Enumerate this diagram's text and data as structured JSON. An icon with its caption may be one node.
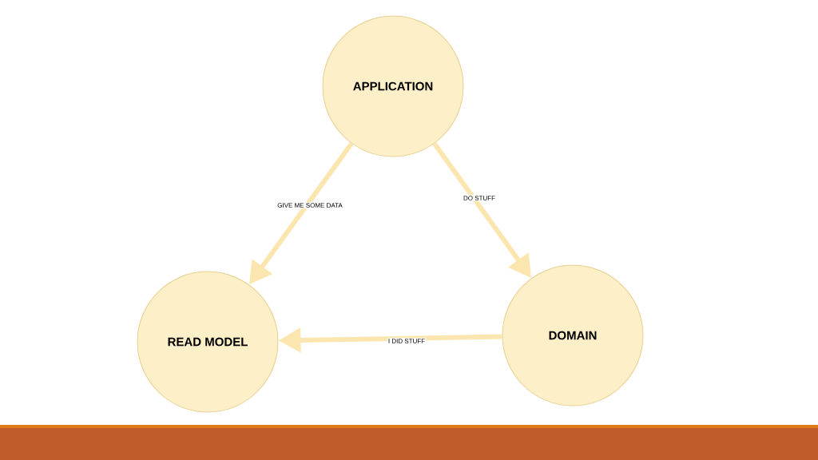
{
  "diagram": {
    "nodes": [
      {
        "text": [
          "APPLICATION"
        ]
      },
      {
        "text": [
          "READ MODEL"
        ]
      },
      {
        "text": [
          "DOMAIN"
        ]
      }
    ],
    "edges": [
      {
        "from": 0,
        "to": 1,
        "arrow": "to",
        "label": "GIVE ME SOME DATA"
      },
      {
        "from": 0,
        "to": 2,
        "arrow": "to",
        "label": "DO STUFF"
      },
      {
        "from": 2,
        "to": 1,
        "arrow": "to",
        "label": "I DID STUFF"
      }
    ]
  }
}
